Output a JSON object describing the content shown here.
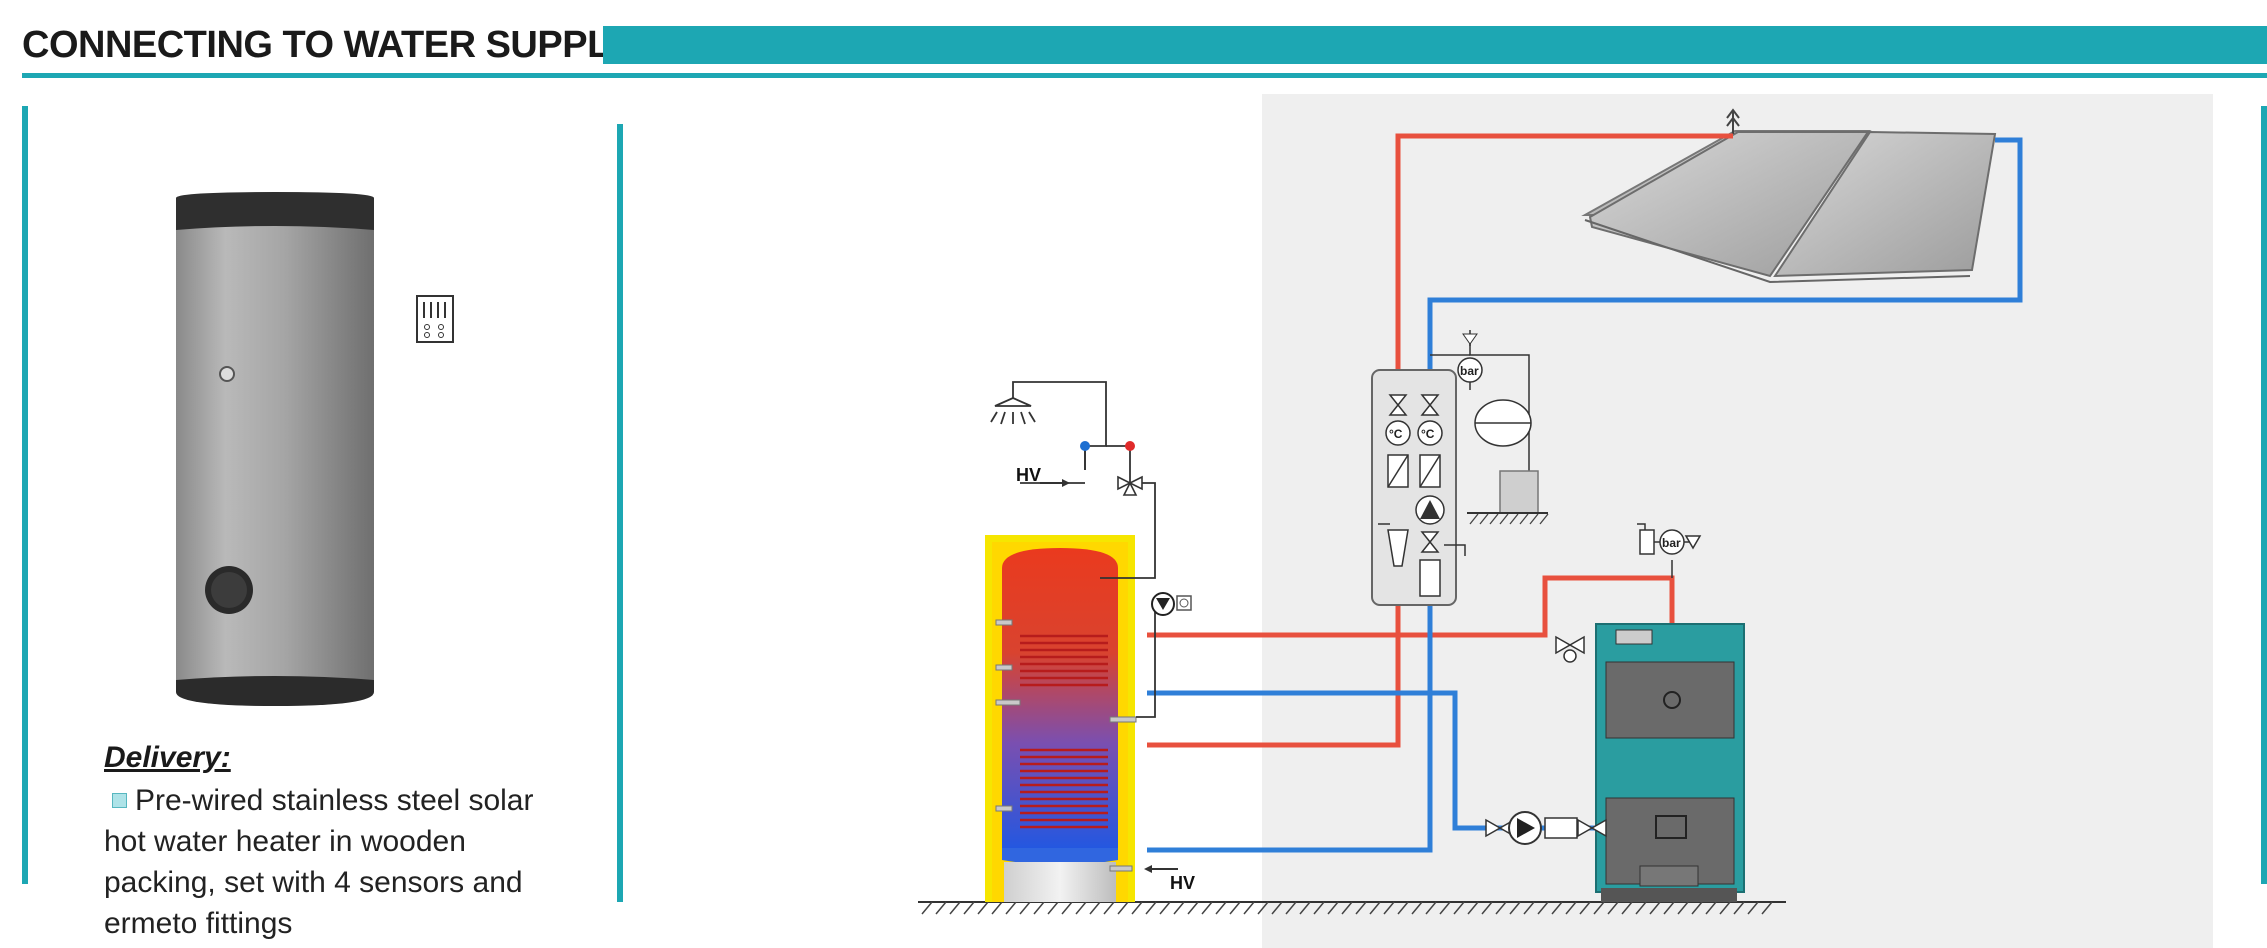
{
  "header": {
    "title": "CONNECTING TO WATER SUPPLY:"
  },
  "delivery": {
    "heading": "Delivery:",
    "text": "Pre-wired stainless steel solar hot water heater in wooden packing, set with 4 sensors and ermeto fittings"
  },
  "diagram": {
    "hv_top_label": "HV",
    "hv_bottom_label": "HV",
    "gauge_label_station": "bar",
    "gauge_label_boiler": "bar",
    "thermo_label_left": "°C",
    "thermo_label_right": "°C"
  },
  "colors": {
    "accent": "#1da7b3",
    "hot_pipe": "#e8503e",
    "cold_pipe": "#2f7fd8",
    "boiler": "#2a9da0"
  }
}
